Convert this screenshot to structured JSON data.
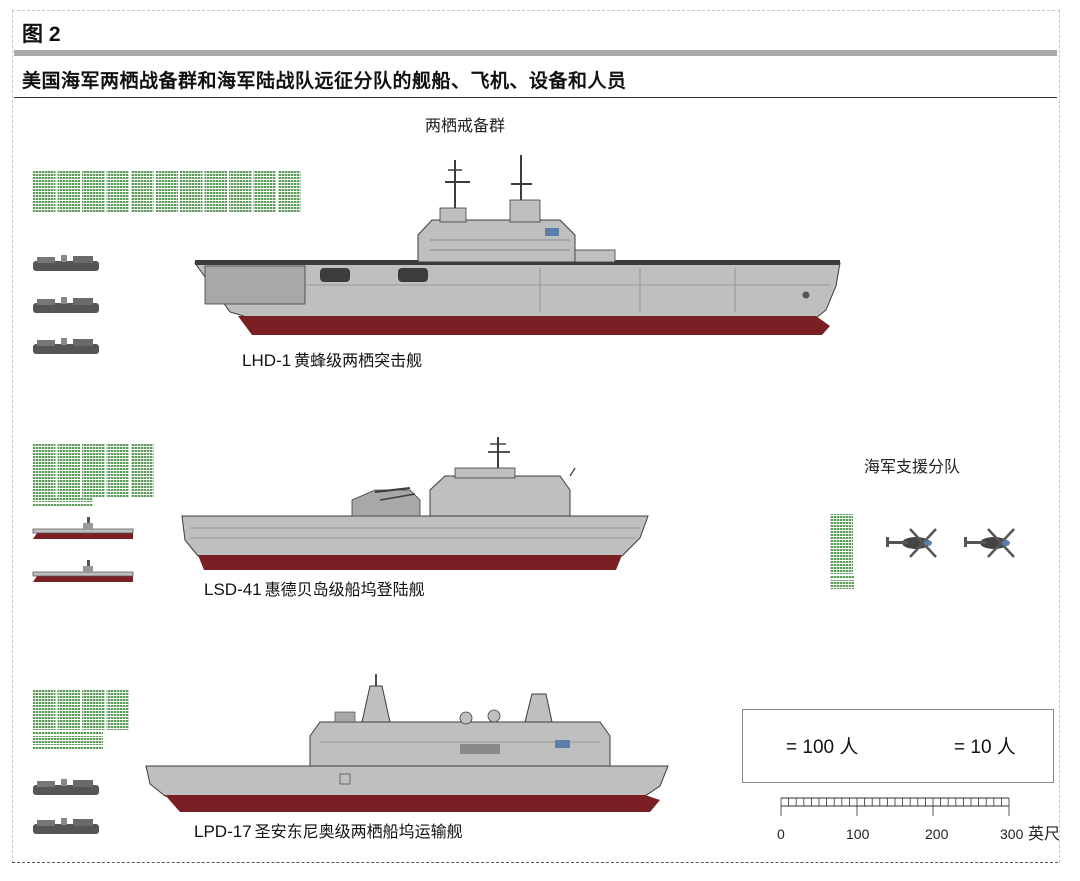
{
  "figure_label": "图 2",
  "title": "美国海军两栖战备群和海军陆战队远征分队的舰船、飞机、设备和人员",
  "headings": {
    "amphibious_group": "两栖戒备群",
    "support_detachment": "海军支援分队"
  },
  "ships": [
    {
      "code": "LHD-1",
      "name": "黄蜂级两栖突击舰"
    },
    {
      "code": "LSD-41",
      "name": "惠德贝岛级船坞登陆舰"
    },
    {
      "code": "LPD-17",
      "name": "圣安东尼奥级两栖船坞运输舰"
    }
  ],
  "personnel": {
    "lhd_hundreds": 11,
    "lsd_hundreds": 5,
    "lsd_tens": 2,
    "lpd_hundreds": 4,
    "lpd_tens": 4,
    "support_hundreds": 1,
    "support_tens": 3
  },
  "legend": {
    "hundred_label": "= 100 人",
    "ten_label": "= 10 人"
  },
  "scale": {
    "ticks": [
      "0",
      "100",
      "200",
      "300"
    ],
    "unit": "英尺"
  },
  "colors": {
    "hull_grey": "#bfbfbf",
    "hull_red": "#7a1f24",
    "troop_green": "#5c9b58",
    "outline": "#3c3c3c"
  }
}
